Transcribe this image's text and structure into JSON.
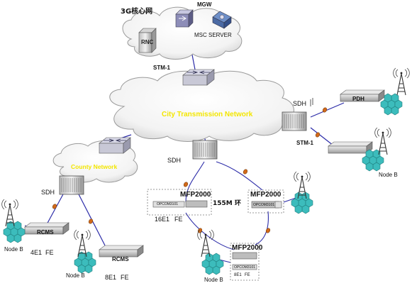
{
  "core": {
    "title": "3G核心网",
    "mgw": "MGW",
    "msc_server": "MSC SERVER",
    "rnc": "RNC"
  },
  "links": {
    "stm1_top": "STM-1",
    "stm1_right": "STM-1"
  },
  "city_network": "City Transmission Network",
  "county_network": "County Network",
  "sdh": [
    "SDH",
    "SDH",
    "SDH"
  ],
  "ring": {
    "label": "155M 环",
    "nodes": [
      {
        "name": "MFP2000",
        "ports": [
          "16E1",
          "FE"
        ],
        "box": "OPCOM3101"
      },
      {
        "name": "MFP2000",
        "box": "OPCOM3101"
      },
      {
        "name": "MFP2000",
        "ports": [
          "8E1",
          "FE"
        ],
        "box": "OPCOM3101"
      }
    ]
  },
  "pdh": "PDH",
  "rcms": [
    {
      "name": "RCMS",
      "ports": [
        "4E1",
        "FE"
      ]
    },
    {
      "name": "RCMS",
      "ports": [
        "8E1",
        "FE"
      ]
    }
  ],
  "node_b": [
    "Node B",
    "Node B",
    "Node B",
    "Node B"
  ],
  "colors": {
    "cloud_fill": "#ffffff",
    "cloud_stroke": "#9a9a9a",
    "link_blue": "#2b2ba8",
    "link_orange": "#d26a1a",
    "node_b_fill": "#39b9b9",
    "city_text": "#f3e600"
  }
}
